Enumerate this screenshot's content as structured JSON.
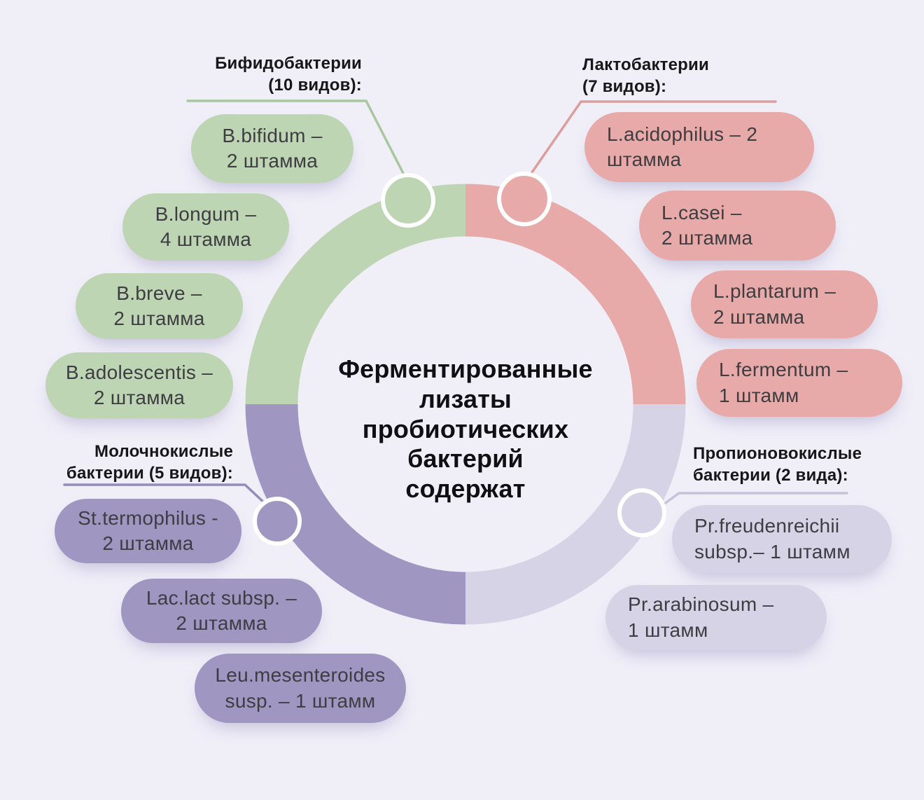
{
  "background": "#f0eff8",
  "colors": {
    "bg": "#f0eff8",
    "green": "#bed5b4",
    "green_line": "#a7c89e",
    "pink": "#e8a9a9",
    "pink_line": "#dd9d9d",
    "purple": "#9f96c2",
    "purple_line": "#958bbb",
    "lavender": "#d7d3e6",
    "lavender_line": "#c6c2da",
    "heading_text": "#17171a",
    "pill_text": "#3d3d42",
    "center_text": "#101014"
  },
  "center_title": {
    "text": "Ферментированные лизаты пробиотических бактерий содержат",
    "lines": [
      "Ферментированные",
      "лизаты",
      "пробиотических",
      "бактерий",
      "содержат"
    ]
  },
  "groups": [
    {
      "name": "Бифидобактерии (10 видов)",
      "heading": {
        "line1": "Бифидобактерии",
        "line2": "(10 видов):"
      },
      "pills": [
        {
          "line1": "B.bifidum –",
          "line2": "2 штамма"
        },
        {
          "line1": "B.longum –",
          "line2": "4 штамма"
        },
        {
          "line1": "B.breve –",
          "line2": "2 штамма"
        },
        {
          "line1": "B.adolescentis –",
          "line2": "2 штамма"
        }
      ]
    },
    {
      "name": "Лактобактерии (7 видов)",
      "heading": {
        "line1": "Лактобактерии",
        "line2": "(7 видов):"
      },
      "pills": [
        {
          "line1": "L.acidophilus – 2",
          "line2": "штамма"
        },
        {
          "line1": "L.casei –",
          "line2": "2 штамма"
        },
        {
          "line1": "L.plantarum –",
          "line2": "2 штамма"
        },
        {
          "line1": "L.fermentum –",
          "line2": "1 штамм"
        }
      ]
    },
    {
      "name": "Молочнокислые бактерии (5 видов)",
      "heading": {
        "line1": "Молочнокислые",
        "line2": "бактерии (5 видов):"
      },
      "pills": [
        {
          "line1": "St.termophilus -",
          "line2": "2 штамма"
        },
        {
          "line1": "Lac.lact subsp. –",
          "line2": "2 штамма"
        },
        {
          "line1": "Leu.mesenteroides",
          "line2": "susp. – 1 штамм"
        }
      ]
    },
    {
      "name": "Пропионовокислые бактерии (2 вида)",
      "heading": {
        "line1": "Пропионовокислые",
        "line2": "бактерии (2 вида):"
      },
      "pills": [
        {
          "line1": "Pr.freudenreichii",
          "line2": "subsp.– 1 штамм"
        },
        {
          "line1": "Pr.arabinosum –",
          "line2": "1 штамм"
        }
      ]
    }
  ]
}
